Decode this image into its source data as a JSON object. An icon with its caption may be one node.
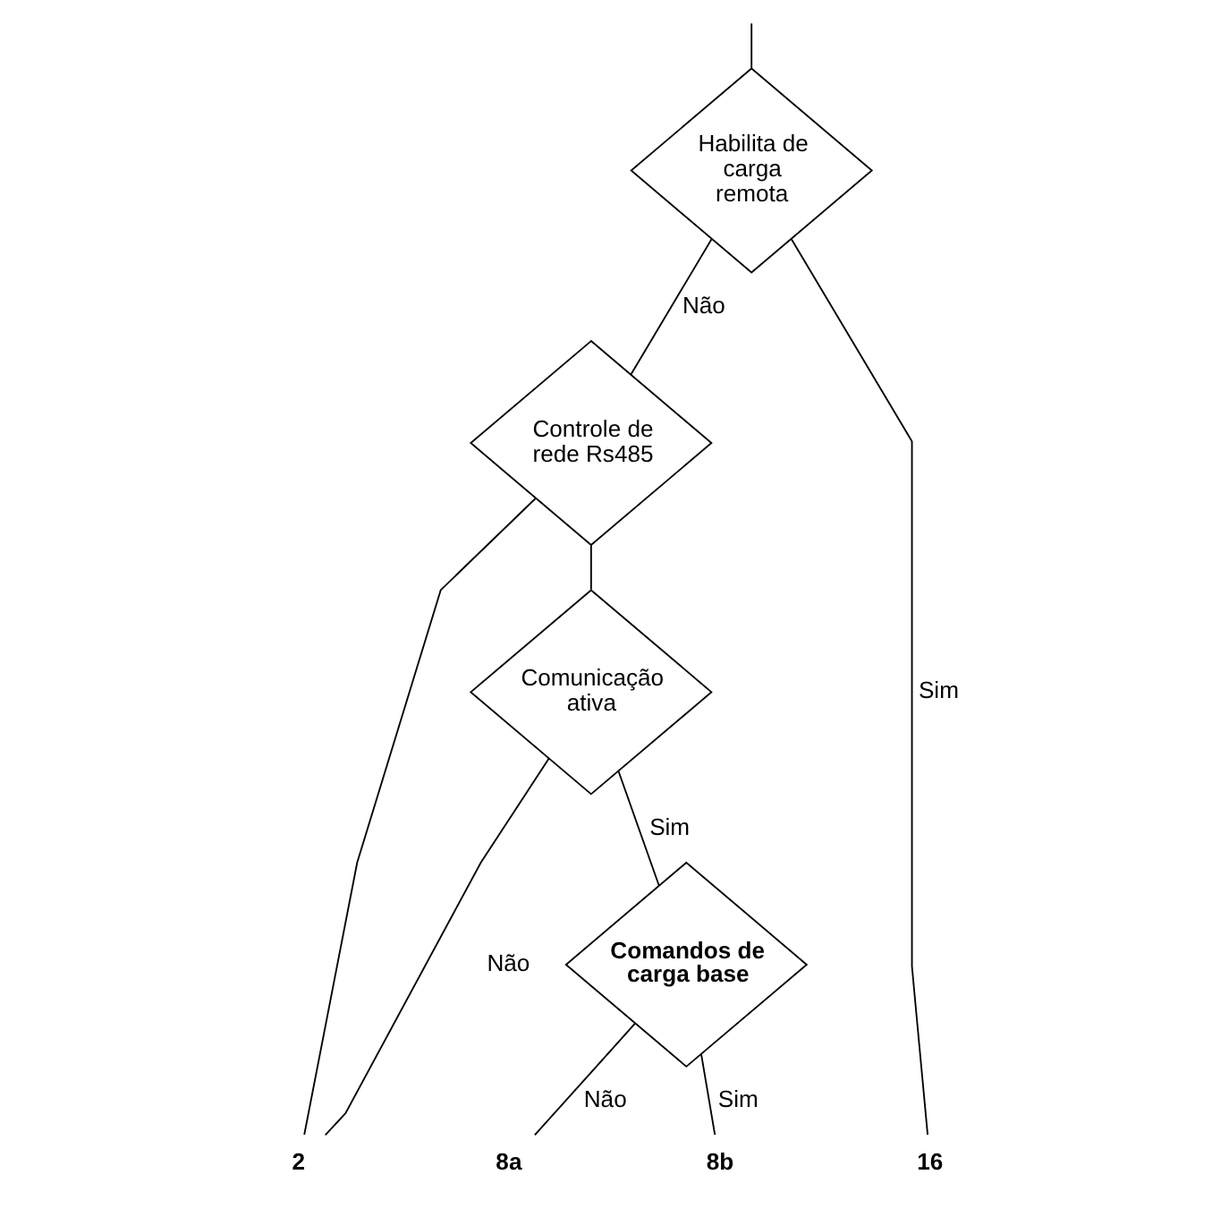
{
  "diagram": {
    "nodes": [
      {
        "text": [
          "Habilita de carga remota"
        ]
      },
      {
        "text": [
          "Controle de rede Rs485"
        ]
      },
      {
        "text": [
          "Comunicação ativa"
        ]
      },
      {
        "text": [
          "Comandos de carga base"
        ]
      },
      {
        "text": [
          "2"
        ]
      },
      {
        "text": [
          "8a"
        ]
      },
      {
        "text": [
          "8b"
        ]
      },
      {
        "text": [
          "16"
        ]
      }
    ],
    "edges": [
      {
        "from": null,
        "to": 0,
        "arrow": "none"
      },
      {
        "from": 0,
        "to": 1,
        "arrow": "none",
        "label": "Não"
      },
      {
        "from": 0,
        "to": 7,
        "arrow": "none",
        "label": "Sim"
      },
      {
        "from": 1,
        "to": 4,
        "arrow": "none"
      },
      {
        "from": 1,
        "to": 2,
        "arrow": "none"
      },
      {
        "from": 2,
        "to": 4,
        "arrow": "none",
        "label": "Não"
      },
      {
        "from": 2,
        "to": 3,
        "arrow": "none",
        "label": "Sim"
      },
      {
        "from": 3,
        "to": 5,
        "arrow": "none",
        "label": "Não"
      },
      {
        "from": 3,
        "to": 6,
        "arrow": "none",
        "label": "Sim"
      }
    ]
  }
}
